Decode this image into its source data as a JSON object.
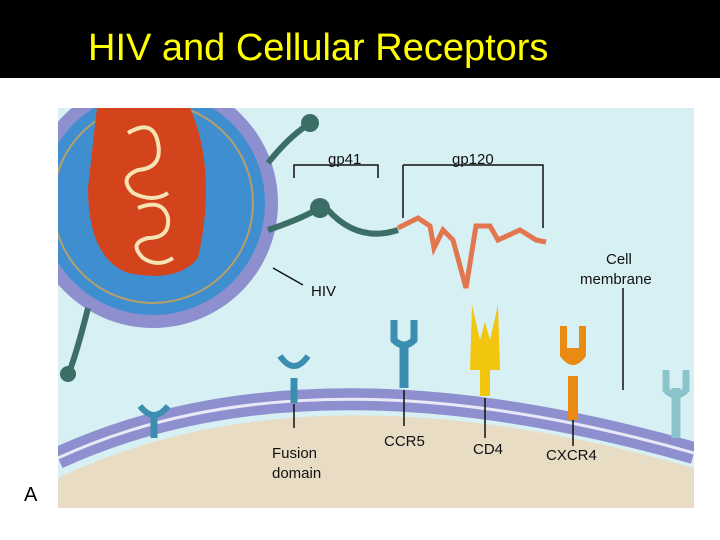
{
  "slide": {
    "title": "HIV and Cellular Receptors",
    "panel_letter": "A"
  },
  "labels": {
    "gp41": "gp41",
    "gp120": "gp120",
    "hiv": "HIV",
    "cell_membrane_line1": "Cell",
    "cell_membrane_line2": "membrane",
    "fusion_domain_line1": "Fusion",
    "fusion_domain_line2": "domain",
    "ccr5": "CCR5",
    "cd4": "CD4",
    "cxcr4": "CXCR4"
  },
  "colors": {
    "title_background": "#000000",
    "title_text": "#ffff00",
    "extracellular": "#d7f0f4",
    "cytoplasm": "#e9dcc4",
    "membrane_head": "#8e8fcf",
    "virus_envelope": "#3f8fd0",
    "virus_core": "#d4441c",
    "rna": "#f6e3b4",
    "gp41": "#3b6e66",
    "gp120": "#e2764e",
    "ccr5": "#3c8eb0",
    "cd4": "#f2c50f",
    "cxcr4": "#e98a12"
  }
}
